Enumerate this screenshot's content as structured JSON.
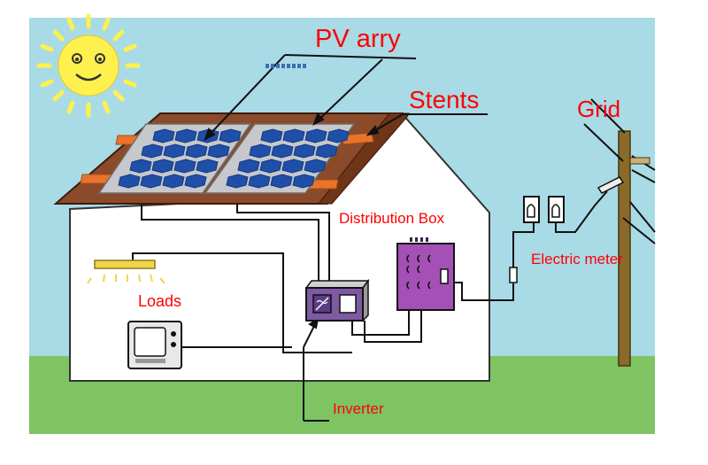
{
  "labels": {
    "pv_array": "PV arry",
    "stents": "Stents",
    "grid": "Grid",
    "distribution_box": "Distribution Box",
    "electric_meter": "Electric meter",
    "loads": "Loads",
    "inverter": "Inverter"
  },
  "colors": {
    "sky": "#a8dbe6",
    "ground": "#7ec462",
    "roof": "#8b4a2a",
    "stent": "#e8742c",
    "panel": "#c6c8cc",
    "cell": "#1f4fa8",
    "wall": "#ffffff",
    "inverter": "#7e5aa3",
    "distribution_box": "#a450b6",
    "sun": "#fff14d",
    "pole": "#8a6a28",
    "label": "#ff0000",
    "wire": "#111111"
  }
}
